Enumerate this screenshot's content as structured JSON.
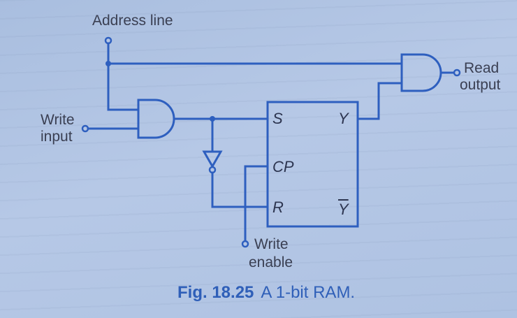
{
  "diagram": {
    "labels": {
      "address_line": "Address line",
      "write_input": [
        "Write",
        "input"
      ],
      "read_output": [
        "Read",
        "output"
      ],
      "write_enable": [
        "Write",
        "enable"
      ]
    },
    "flipflop_pins": {
      "s": "S",
      "cp": "CP",
      "r": "R",
      "y": "Y",
      "ybar": "Y"
    },
    "caption": {
      "number": "Fig. 18.25",
      "title": "A 1-bit RAM."
    },
    "colors": {
      "ink": "#2e5fbf",
      "label_text": "#3a3f52",
      "caption": "#2f5fb8",
      "paper": "#b4c6e5"
    }
  }
}
